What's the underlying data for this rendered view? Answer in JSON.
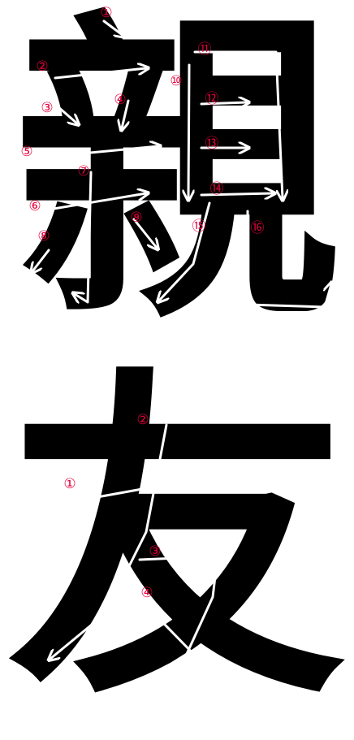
{
  "characters": [
    {
      "glyph": "親",
      "strokes": [
        {
          "label": "①"
        },
        {
          "label": "②"
        },
        {
          "label": "③"
        },
        {
          "label": "④"
        },
        {
          "label": "⑤"
        },
        {
          "label": "⑥"
        },
        {
          "label": "⑦"
        },
        {
          "label": "⑧"
        },
        {
          "label": "⑨"
        },
        {
          "label": "⑩"
        },
        {
          "label": "⑪"
        },
        {
          "label": "⑫"
        },
        {
          "label": "⑬"
        },
        {
          "label": "⑭"
        },
        {
          "label": "⑮"
        },
        {
          "label": "⑯"
        }
      ]
    },
    {
      "glyph": "友",
      "strokes": [
        {
          "label": "①"
        },
        {
          "label": "②"
        },
        {
          "label": "③"
        },
        {
          "label": "④"
        }
      ]
    }
  ],
  "colors": {
    "glyph": "#000000",
    "guide_arrow": "#ffffff",
    "number": "#e8003c"
  }
}
